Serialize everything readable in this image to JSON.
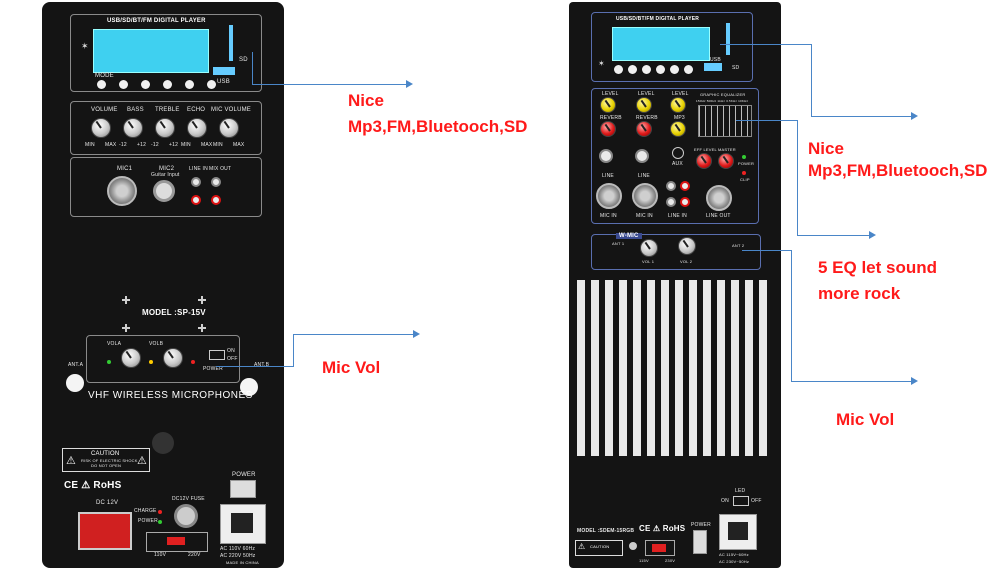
{
  "left_panel": {
    "player_title": "USB/SD/BT/FM DIGITAL PLAYER",
    "sd_label": "SD",
    "usb_label": "USB",
    "mode_label": "MODE",
    "knobs": [
      {
        "name": "VOLUME",
        "min": "MIN",
        "max": "MAX"
      },
      {
        "name": "BASS",
        "min": "-12",
        "max": "+12"
      },
      {
        "name": "TREBLE",
        "min": "-12",
        "max": "+12"
      },
      {
        "name": "ECHO",
        "min": "MIN",
        "max": "MAX"
      },
      {
        "name": "MIC VOLUME",
        "min": "MIN",
        "max": "MAX"
      }
    ],
    "mic1_label": "MIC1",
    "mic2_label": "MIC2",
    "mic2_sub": "Guitar Input",
    "line_in_label": "LINE IN",
    "mix_out_label": "MIX OUT",
    "model": "MODEL :SP-15V",
    "vola_label": "VOLA",
    "volb_label": "VOLB",
    "on_label": "ON",
    "off_label": "OFF",
    "power_small": "POWER",
    "ant_a": "ANT.A",
    "ant_b": "ANT.B",
    "wireless_title": "VHF  WIRELESS  MICROPHONES",
    "caution_title": "CAUTION",
    "caution_line1": "RISK OF ELECTRIC SHOCK",
    "caution_line2": "DO NOT OPEN",
    "ce_rohs": "CE  ⚠  RoHS",
    "power_label": "POWER",
    "dc_label": "DC 12V",
    "charge_label": "CHARGE",
    "power_led_label": "POWER",
    "fuse_label": "DC12V  FUSE",
    "v110": "110V",
    "v220": "220V",
    "ac_line1": "AC 110V   60Hz",
    "ac_line2": "AC 220V   50Hz",
    "made_in": "MADE IN CHINA"
  },
  "right_panel": {
    "player_title": "USB/SD/BT/FM DIGITAL PLAYER",
    "sd_label": "SD",
    "usb_label": "USB",
    "level_label": "LEVEL",
    "reverb_label": "REVERB",
    "mp3_label": "MP3",
    "eq_title": "GRAPHIC EQUALIZER",
    "eq_freqs": "150Hz  500Hz  1kHz  3.5KHz  10KHz",
    "eff_level": "EFF LEVEL",
    "master": "MASTER",
    "power": "POWER",
    "clip": "CLIP",
    "line": "LINE",
    "aux": "AUX",
    "mic_in": "MIC IN",
    "line_in": "LINE IN",
    "line_out": "LINE OUT",
    "wmic_title": "W-MIC",
    "ant1": "ANT 1",
    "ant2": "ANT 2",
    "vol1": "VOL 1",
    "vol2": "VOL 2",
    "led_label": "LED",
    "on_label": "ON",
    "off_label": "OFF",
    "model": "MODEL :SDEM-15RGB",
    "ce_rohs": "CE  ⚠  RoHS",
    "power_label": "POWER",
    "caution_title": "CAUTION",
    "v115": "115V",
    "v230": "230V",
    "ac_line1": "AC 115V~60Hz",
    "ac_line2": "AC 230V~50Hz"
  },
  "annotations": {
    "left_nice": "Nice",
    "left_formats": "Mp3,FM,Bluetooch,SD",
    "left_mic": "Mic Vol",
    "right_nice": "Nice",
    "right_formats": "Mp3,FM,Bluetooch,SD",
    "right_eq_line1": "5 EQ let sound",
    "right_eq_line2": "more rock",
    "right_mic": "Mic Vol"
  },
  "colors": {
    "annotation": "#ff1a1a",
    "leader_line": "#4a86c8",
    "panel": "#141414",
    "lcd": "#3fd0f0"
  }
}
